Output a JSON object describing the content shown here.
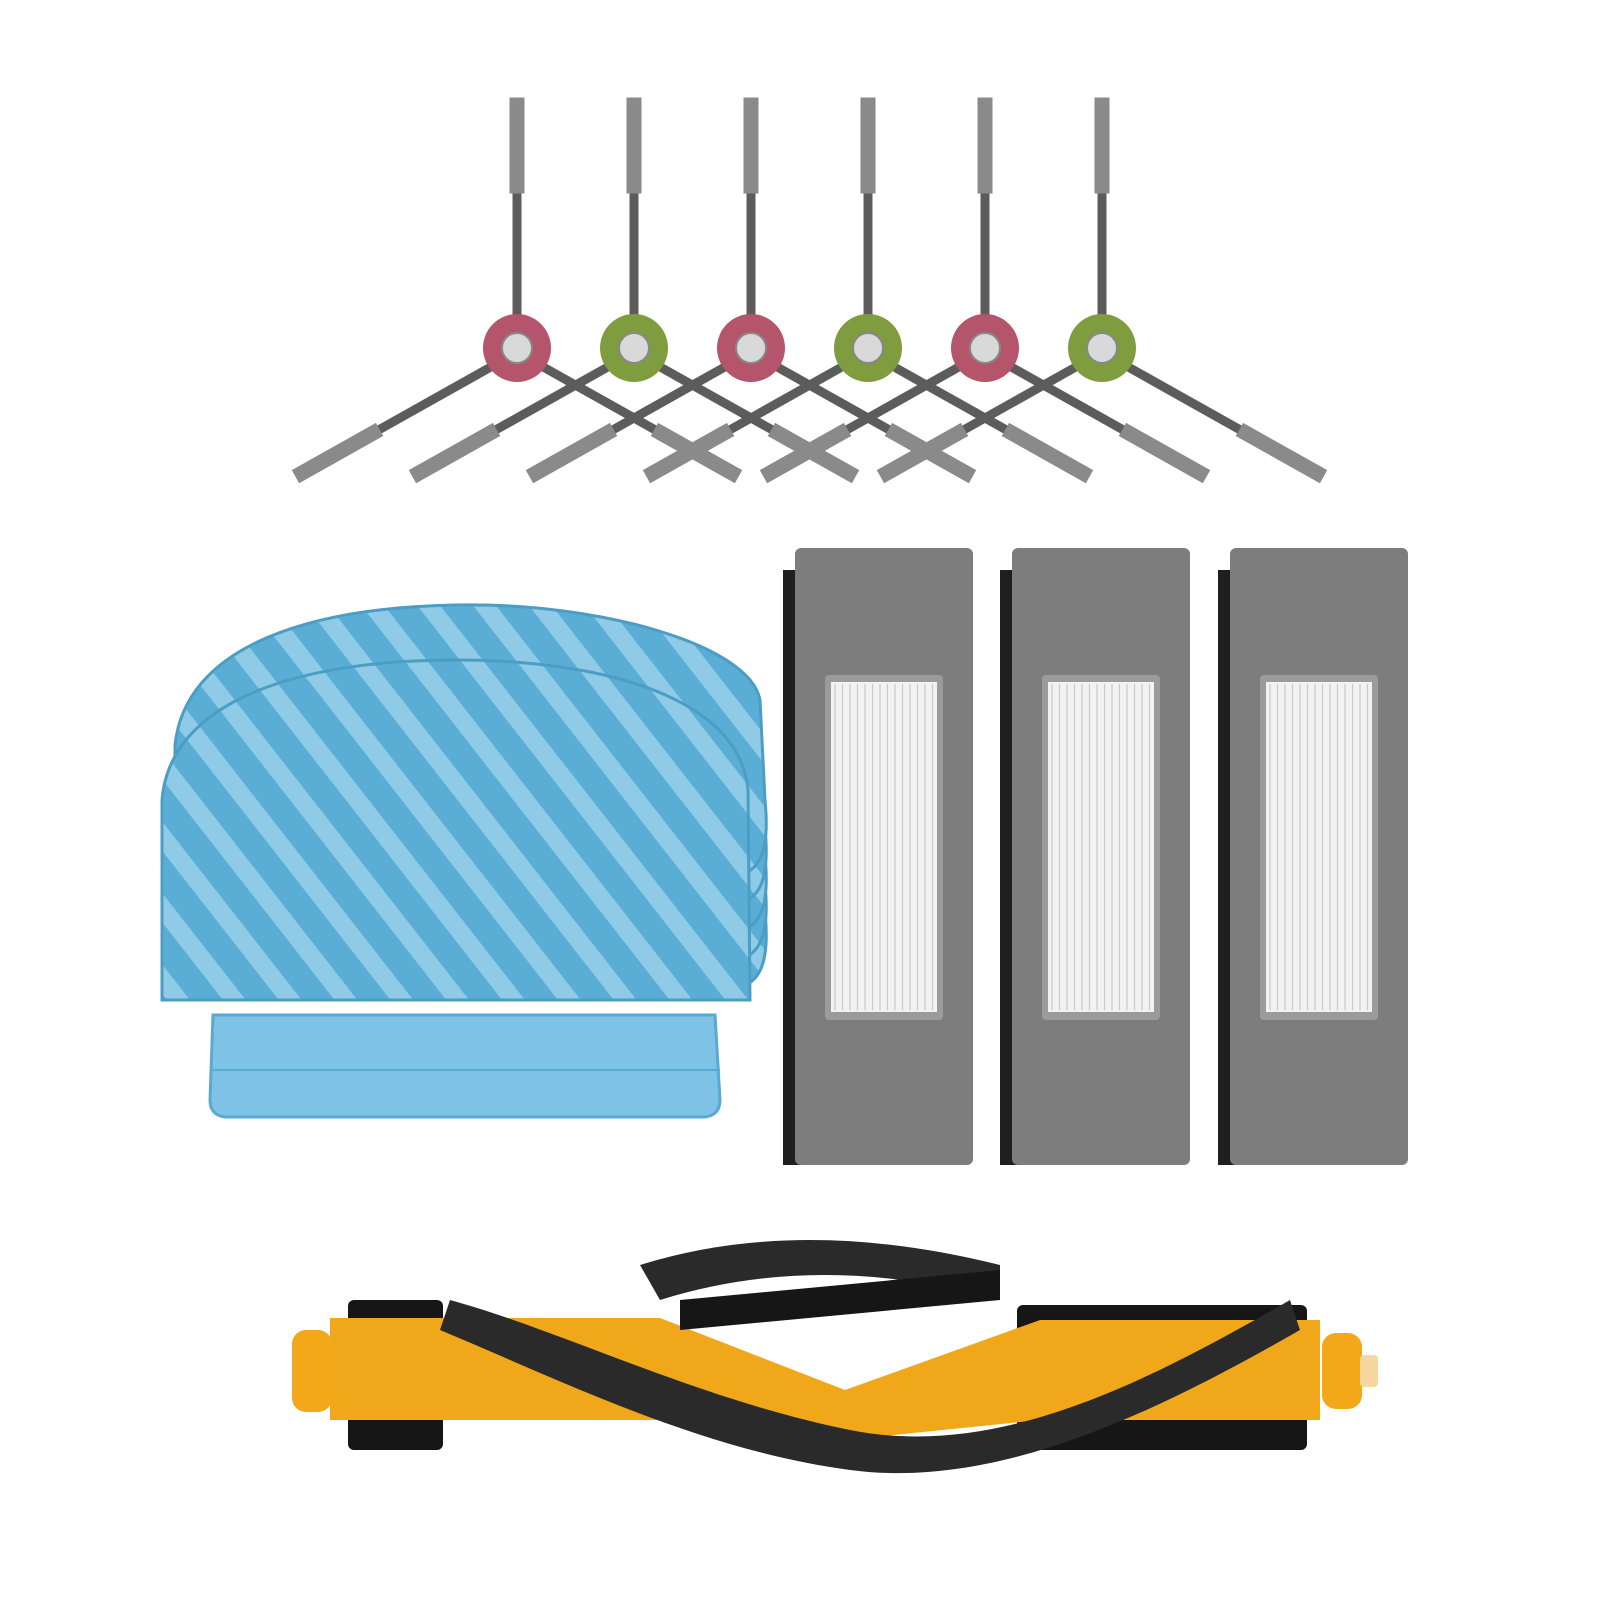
{
  "scene": {
    "background": "#ffffff",
    "side_brushes": {
      "count": 6,
      "hub_colors": [
        "#b5556b",
        "#7f9c3f",
        "#b5556b",
        "#7f9c3f",
        "#b5556b",
        "#7f9c3f"
      ],
      "arm_color": "#5c5c5c",
      "bristle_color": "#8a8a8a"
    },
    "mop_pads": {
      "count": 5,
      "color": "#5aaed6",
      "stripe_color": "#8fcbe6",
      "tab_color": "#7ec3e6"
    },
    "hepa_filters": {
      "count": 3,
      "frame_color": "#7d7d7d",
      "sponge_color": "#1f1f1f",
      "pleat_color": "#f2f2f2"
    },
    "main_brush": {
      "core_color": "#f0a81a",
      "blade_color": "#161616",
      "bristle_color": "#2a2a2a",
      "end_cap_color": "#f2a818"
    }
  }
}
